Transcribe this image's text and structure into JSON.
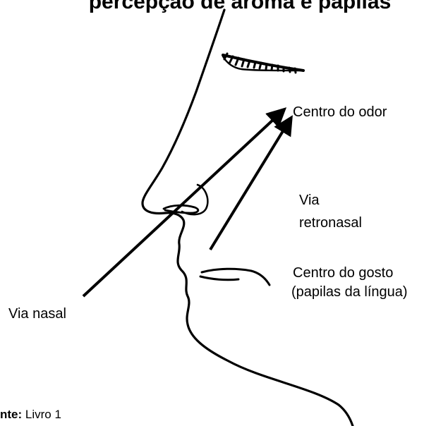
{
  "heading": "percepção de aroma e papilas",
  "labels": {
    "centro_odor": "Centro do odor",
    "via_retronasal_1": "Via",
    "via_retronasal_2": "retronasal",
    "centro_gosto_1": "Centro do gosto",
    "centro_gosto_2": "(papilas da língua)",
    "via_nasal": "Via nasal"
  },
  "source": {
    "label": "nte:",
    "value": "Livro 1"
  },
  "colors": {
    "ink": "#000000",
    "background": "#ffffff"
  }
}
